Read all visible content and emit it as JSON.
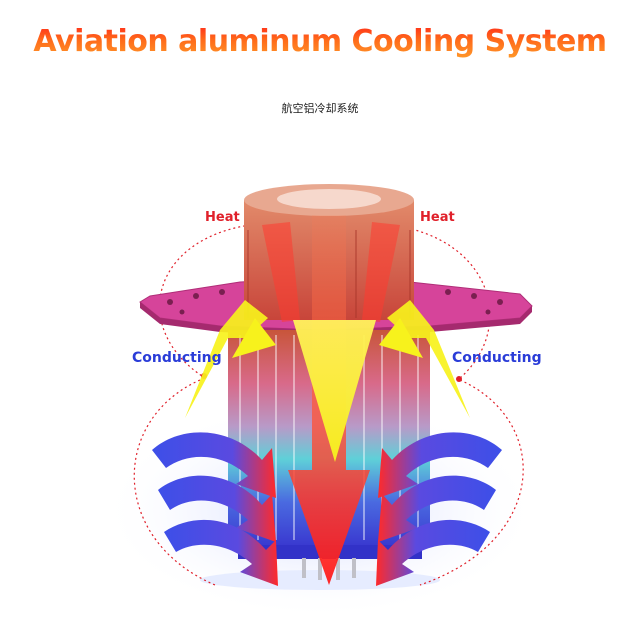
{
  "title": "Aviation aluminum Cooling System",
  "subtitle": "航空铝冷却系统",
  "labels": {
    "heat_left": "Heat",
    "heat_right": "Heat",
    "conducting_left": "Conducting",
    "conducting_right": "Conducting"
  },
  "colors": {
    "title_gradient_top": "#ff2a1a",
    "title_gradient_bottom": "#ff9a2a",
    "heat": "#e0202a",
    "conducting": "#2a3cd8",
    "flange": "#d6449a",
    "heat_arrow": "#ff3b30",
    "yellow_arrow": "#f7f21c",
    "blue_arrow": "#3d4fe8"
  }
}
